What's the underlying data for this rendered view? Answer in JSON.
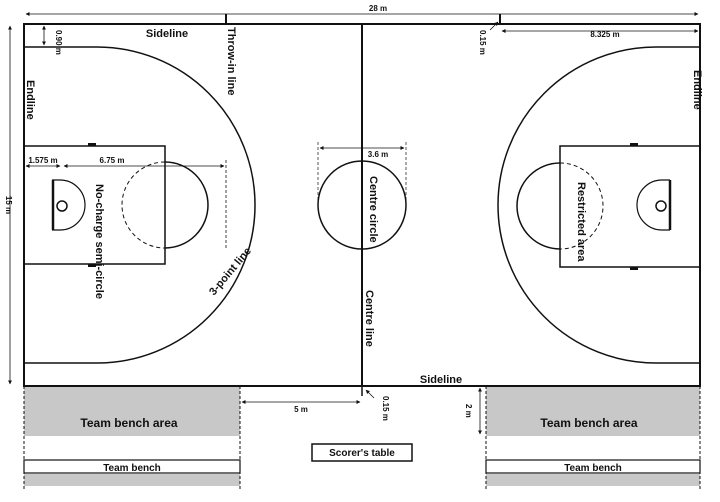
{
  "labels": {
    "length": "28 m",
    "width": "15 m",
    "sideline_top": "Sideline",
    "sideline_bottom": "Sideline",
    "throw_in_line": "Throw-in line",
    "endline_left": "Endline",
    "endline_right": "Endline",
    "three_point_line": "3-point line",
    "no_charge_semi_circle": "No-charge semi-circle",
    "centre_circle": "Centre circle",
    "centre_line": "Centre line",
    "restricted_area": "Restricted area",
    "team_bench_area_left": "Team bench area",
    "team_bench_area_right": "Team bench area",
    "team_bench_left": "Team bench",
    "team_bench_right": "Team bench",
    "scorers_table": "Scorer's table"
  },
  "dimensions": {
    "three_point_corner_offset": "0.90 m",
    "line_width_top": "0.15 m",
    "three_point_radius": "6.75 m",
    "corner_distance": "8.325 m",
    "backboard_offset": "1.575 m",
    "centre_circle_diameter": "3.6 m",
    "bench_zone_length": "5 m",
    "line_width_bottom": "0.15 m",
    "bench_depth": "2 m"
  },
  "colors": {
    "line": "#111111",
    "bench_area": "#c8c8c8",
    "background": "#ffffff"
  }
}
